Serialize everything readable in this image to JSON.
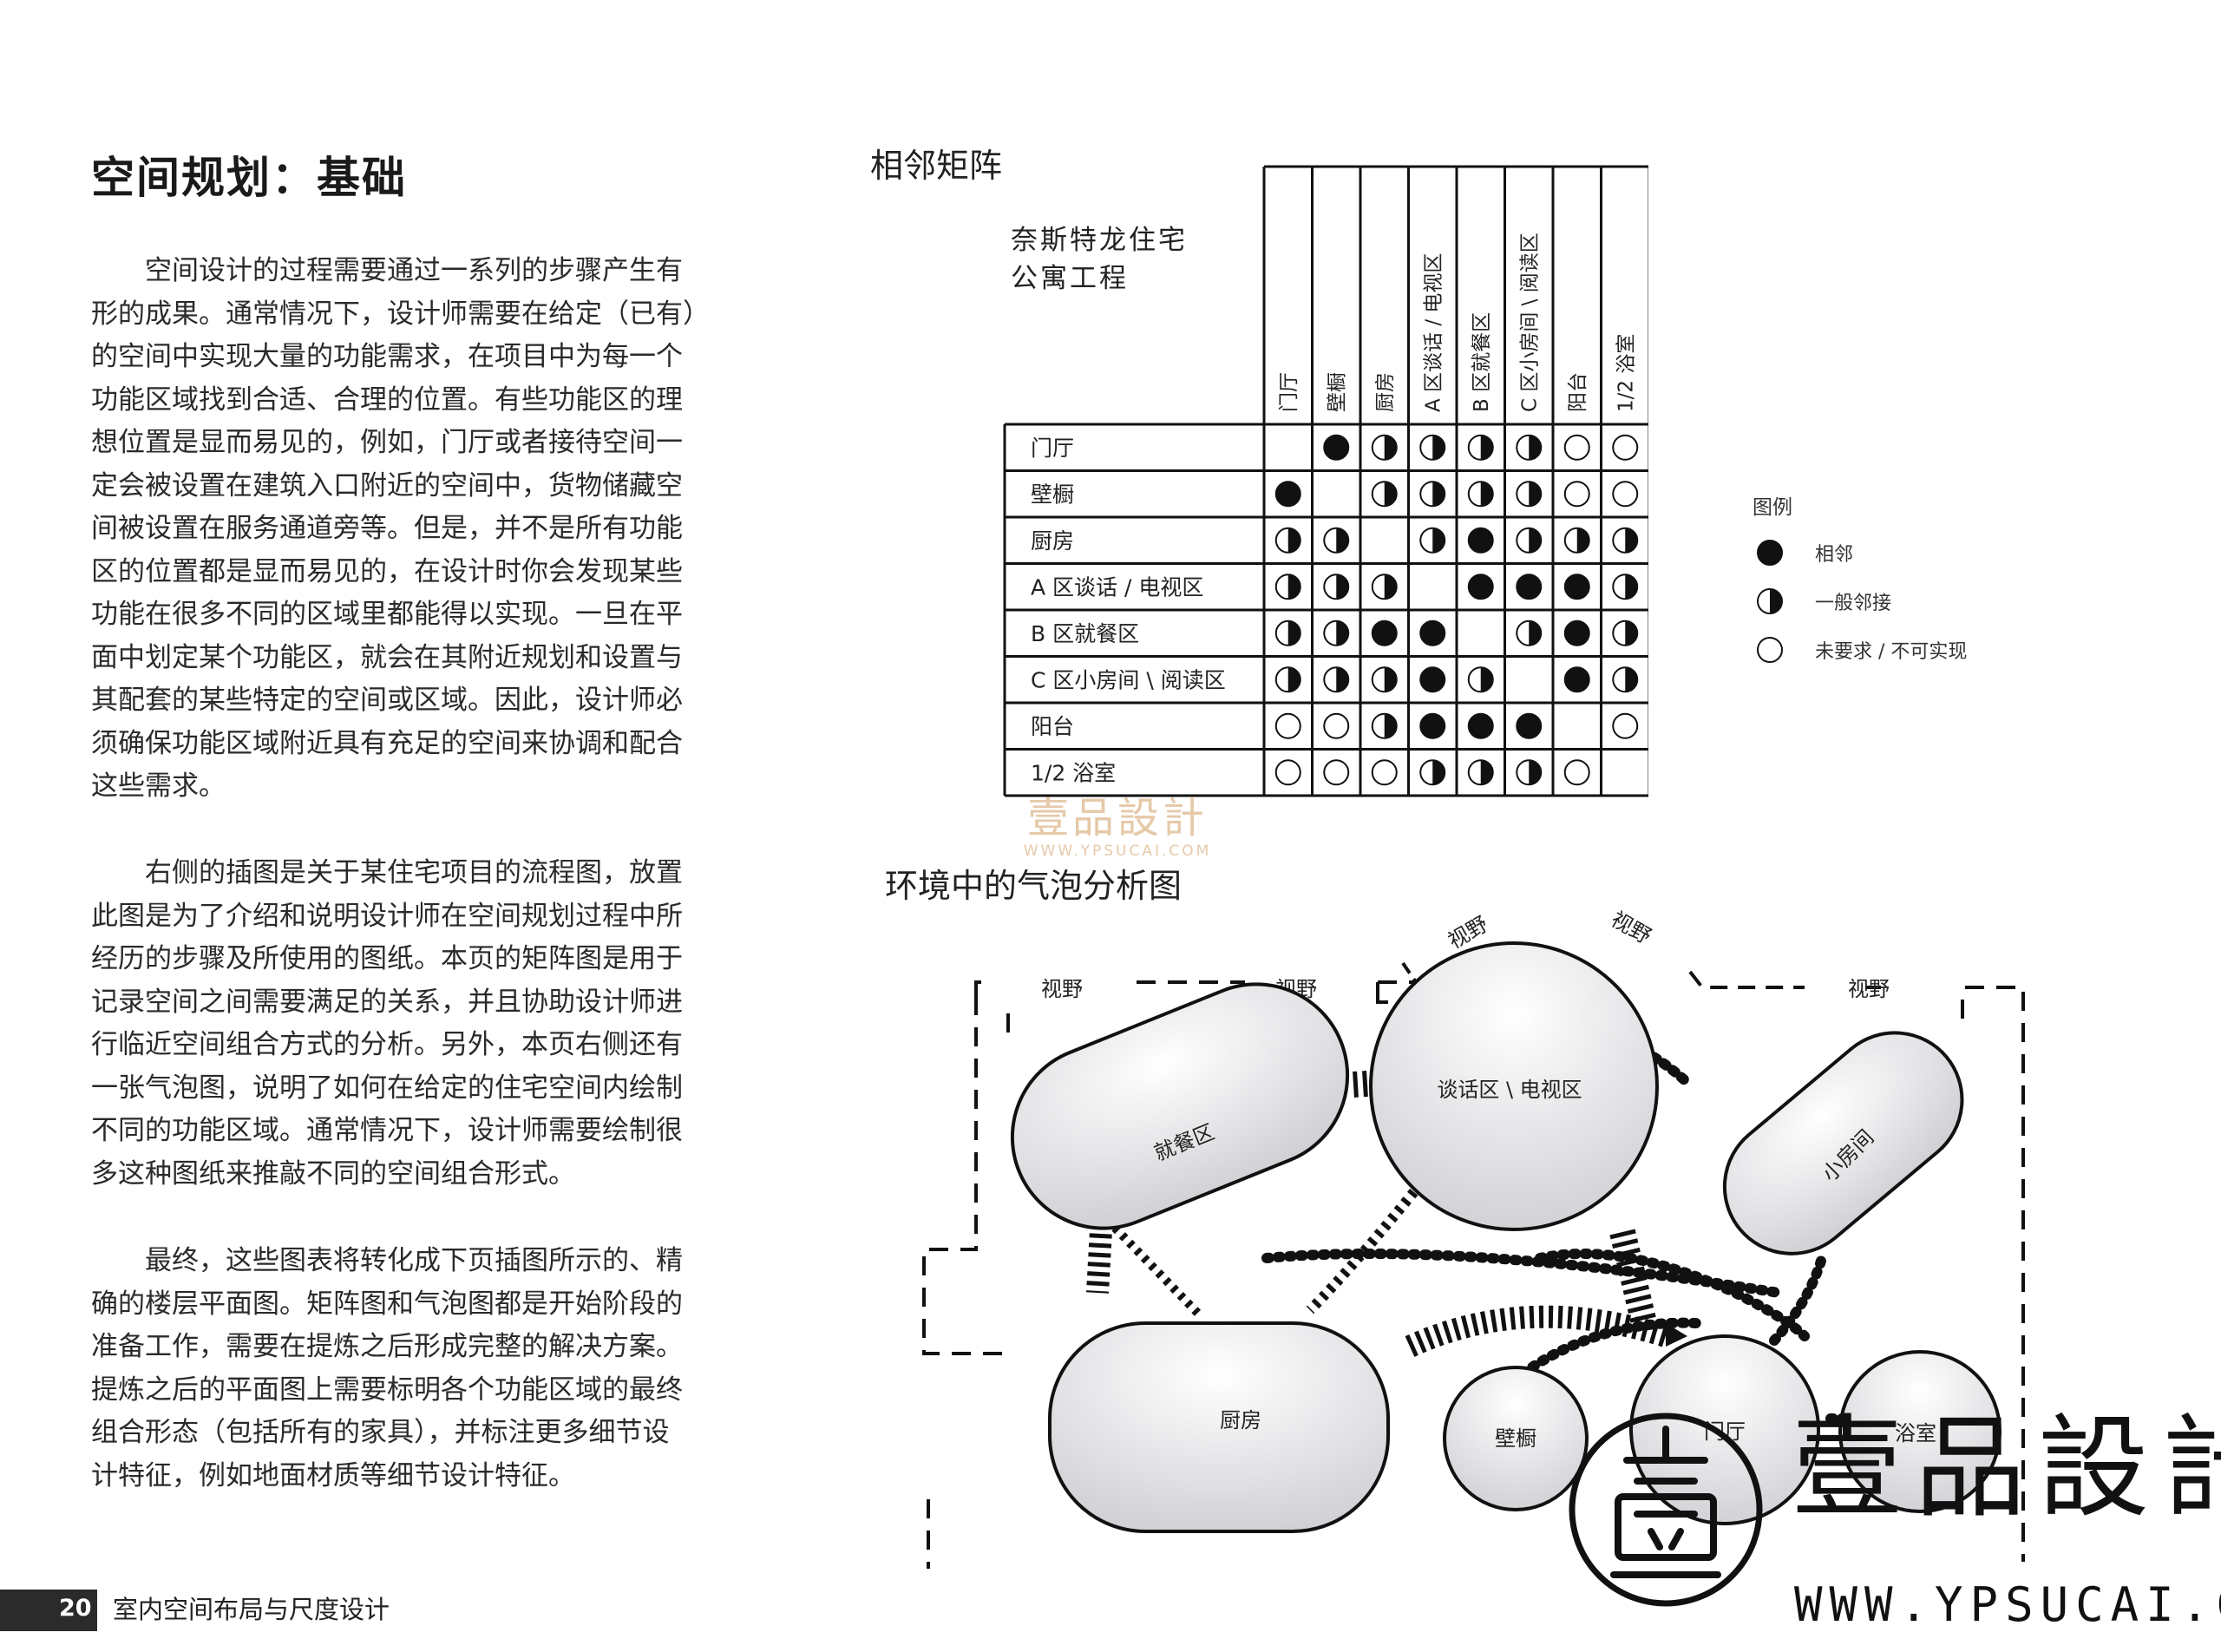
{
  "heading": "空间规划：基础",
  "paragraphs": [
    {
      "lines": [
        "　　空间设计的过程需要通过一系列的步骤产生有",
        "形的成果。通常情况下，设计师需要在给定（已有）",
        "的空间中实现大量的功能需求，在项目中为每一个",
        "功能区域找到合适、合理的位置。有些功能区的理",
        "想位置是显而易见的，例如，门厅或者接待空间一",
        "定会被设置在建筑入口附近的空间中，货物储藏空",
        "间被设置在服务通道旁等。但是，并不是所有功能",
        "区的位置都是显而易见的，在设计时你会发现某些",
        "功能在很多不同的区域里都能得以实现。一旦在平",
        "面中划定某个功能区，就会在其附近规划和设置与",
        "其配套的某些特定的空间或区域。因此，设计师必",
        "须确保功能区域附近具有充足的空间来协调和配合",
        "这些需求。"
      ]
    },
    {
      "lines": [
        "　　右侧的插图是关于某住宅项目的流程图，放置",
        "此图是为了介绍和说明设计师在空间规划过程中所",
        "经历的步骤及所使用的图纸。本页的矩阵图是用于",
        "记录空间之间需要满足的关系，并且协助设计师进",
        "行临近空间组合方式的分析。另外，本页右侧还有",
        "一张气泡图，说明了如何在给定的住宅空间内绘制",
        "不同的功能区域。通常情况下，设计师需要绘制很",
        "多这种图纸来推敲不同的空间组合形式。"
      ]
    },
    {
      "lines": [
        "　　最终，这些图表将转化成下页插图所示的、精",
        "确的楼层平面图。矩阵图和气泡图都是开始阶段的",
        "准备工作，需要在提炼之后形成完整的解决方案。",
        "提炼之后的平面图上需要标明各个功能区域的最终",
        "组合形态（包括所有的家具），并标注更多细节设",
        "计特征，例如地面材质等细节设计特征。"
      ]
    }
  ],
  "matrix": {
    "section_title": "相邻矩阵",
    "project_title_lines": [
      "奈斯特龙住宅",
      "公寓工程"
    ],
    "labels": [
      "门厅",
      "壁橱",
      "厨房",
      "A 区谈话 / 电视区",
      "B 区就餐区",
      "C 区小房间 \\ 阅读区",
      "阳台",
      "1/2 浴室"
    ],
    "cells": [
      [
        "",
        "F",
        "H",
        "H",
        "H",
        "H",
        "E",
        "E"
      ],
      [
        "F",
        "",
        "H",
        "H",
        "H",
        "H",
        "E",
        "E"
      ],
      [
        "H",
        "H",
        "",
        "H",
        "F",
        "H",
        "H",
        "H"
      ],
      [
        "H",
        "H",
        "H",
        "",
        "F",
        "F",
        "F",
        "H"
      ],
      [
        "H",
        "H",
        "F",
        "F",
        "",
        "H",
        "F",
        "H"
      ],
      [
        "H",
        "H",
        "H",
        "F",
        "H",
        "",
        "F",
        "H"
      ],
      [
        "E",
        "E",
        "H",
        "F",
        "F",
        "F",
        "",
        "E"
      ],
      [
        "E",
        "E",
        "E",
        "H",
        "H",
        "H",
        "E",
        ""
      ]
    ],
    "legend": {
      "title": "图例",
      "items": [
        {
          "symbol": "full",
          "label": "相邻"
        },
        {
          "symbol": "half",
          "label": "一般邻接"
        },
        {
          "symbol": "empty",
          "label": "未要求 / 不可实现"
        }
      ]
    }
  },
  "bubble": {
    "section_title": "环境中的气泡分析图",
    "view_label": "视野",
    "spaces": {
      "dining": "就餐区",
      "talk_tv": "谈话区 \\ 电视区",
      "small_room": "小房间",
      "kitchen": "厨房",
      "closet": "壁橱",
      "foyer": "门厅",
      "bath": "浴室"
    }
  },
  "watermark": {
    "mid_title": "壹品設計",
    "mid_url": "WWW.YPSUCAI.COM",
    "logo_text": "壹品設計",
    "logo_url": "WWW.YPSUCAI.COM"
  },
  "footer": {
    "page_number": "20",
    "book_title": "室内空间布局与尺度设计"
  }
}
